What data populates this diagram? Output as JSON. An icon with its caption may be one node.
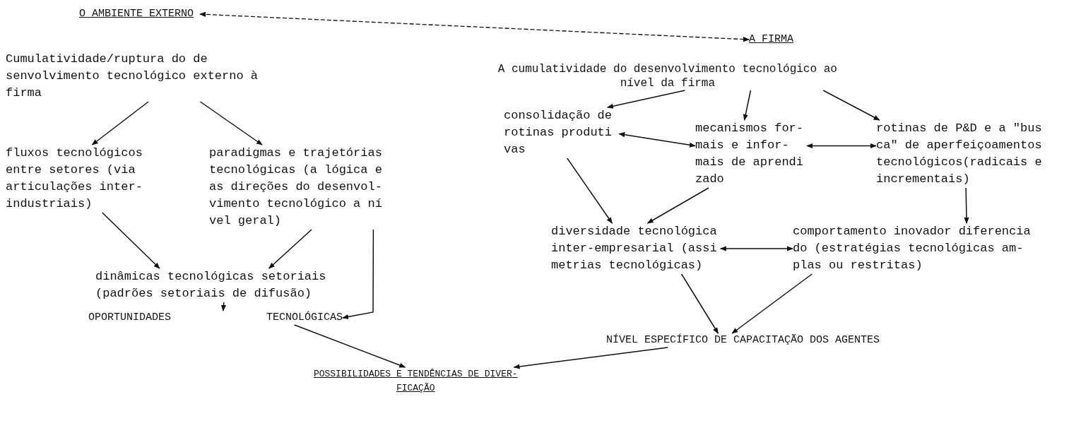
{
  "diagram": {
    "nodes": [
      {
        "text": [
          "O AMBIENTE EXTERNO"
        ]
      },
      {
        "text": [
          "A FIRMA"
        ]
      },
      {
        "text": [
          "Cumulatividade/ruptura do de senvolvimento tecnológico externo à firma"
        ]
      },
      {
        "text": [
          "fluxos tecnológicos entre setores (via articulações inter- industriais)"
        ]
      },
      {
        "text": [
          "paradigmas e trajetórias tecnológicas (a lógica e as direções do desenvol- vimento tecnológico a ní vel geral)"
        ]
      },
      {
        "text": [
          "dinâmicas tecnológicas setoriais (padrões setoriais de difusão)"
        ]
      },
      {
        "text": [
          "OPORTUNIDADES",
          "TECNOLÓGICAS"
        ]
      },
      {
        "text": [
          "POSSIBILIDADES E TENDÊNCIAS DE DIVER- FICAÇÃO"
        ]
      },
      {
        "text": [
          "A cumulatividade do desenvolvimento tecnológico ao nível da firma"
        ]
      },
      {
        "text": [
          "consolidação de rotinas produti vas"
        ]
      },
      {
        "text": [
          "mecanismos for- mais e infor- mais de aprendi zado"
        ]
      },
      {
        "text": [
          "rotinas de P&D e a \"bus ca\" de aperfeiçoamentos tecnológicos(radicais e incrementais)"
        ]
      },
      {
        "text": [
          "diversidade tecnológica inter-empresarial (assi metrias tecnológicas)"
        ]
      },
      {
        "text": [
          "comportamento inovador diferencia do (estratégias tecnológicas am- plas ou restritas)"
        ]
      },
      {
        "text": [
          "NÍVEL ESPECÍFICO DE CAPACITAÇÃO DOS AGENTES"
        ]
      }
    ],
    "edges": [
      {
        "from": 0,
        "to": 1,
        "arrow": "both",
        "style": "dashed"
      },
      {
        "from": 2,
        "to": 3,
        "arrow": "to"
      },
      {
        "from": 2,
        "to": 4,
        "arrow": "to"
      },
      {
        "from": 3,
        "to": 5,
        "arrow": "to"
      },
      {
        "from": 4,
        "to": 5,
        "arrow": "to"
      },
      {
        "from": 5,
        "to": 6,
        "arrow": "to"
      },
      {
        "from": 4,
        "to": 6,
        "arrow": "to"
      },
      {
        "from": 6,
        "to": 7,
        "arrow": "to"
      },
      {
        "from": 14,
        "to": 7,
        "arrow": "to"
      },
      {
        "from": 8,
        "to": 9,
        "arrow": "to"
      },
      {
        "from": 8,
        "to": 10,
        "arrow": "to"
      },
      {
        "from": 8,
        "to": 11,
        "arrow": "to"
      },
      {
        "from": 9,
        "to": 10,
        "arrow": "both"
      },
      {
        "from": 10,
        "to": 11,
        "arrow": "both"
      },
      {
        "from": 9,
        "to": 12,
        "arrow": "to"
      },
      {
        "from": 10,
        "to": 12,
        "arrow": "to"
      },
      {
        "from": 11,
        "to": 13,
        "arrow": "to"
      },
      {
        "from": 12,
        "to": 13,
        "arrow": "both"
      },
      {
        "from": 12,
        "to": 14,
        "arrow": "to"
      },
      {
        "from": 13,
        "to": 14,
        "arrow": "to"
      }
    ]
  }
}
